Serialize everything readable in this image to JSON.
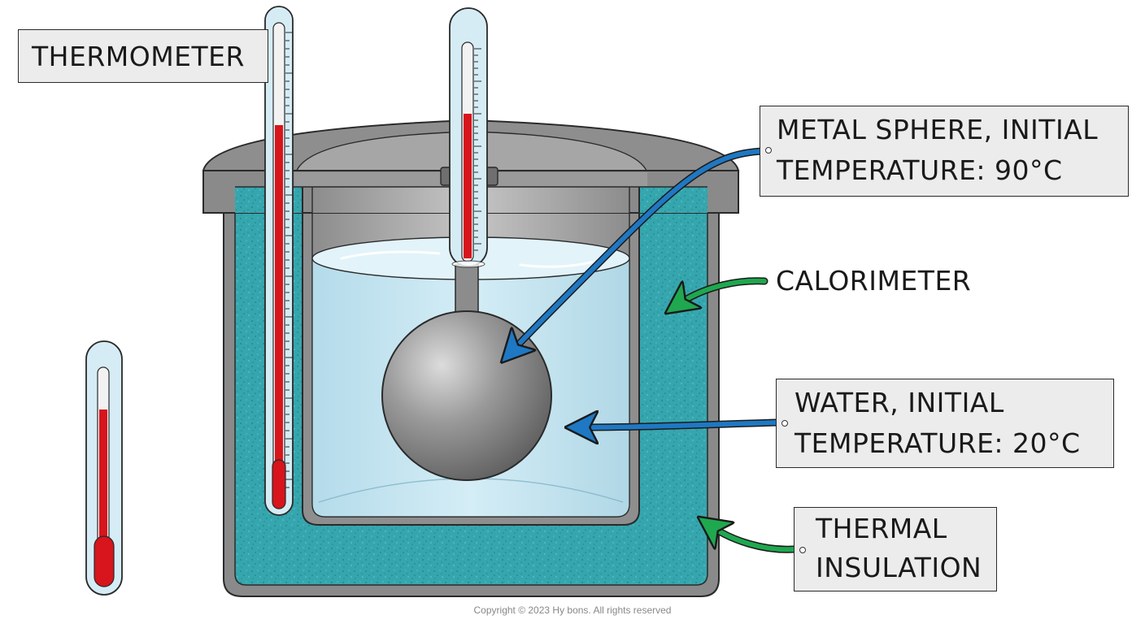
{
  "labels": {
    "thermometer": "THERMOMETER",
    "metal_sphere_line1": "METAL SPHERE, INITIAL",
    "metal_sphere_line2": "TEMPERATURE: 90°C",
    "calorimeter": "CALORIMETER",
    "water_line1": "WATER, INITIAL",
    "water_line2": "TEMPERATURE: 20°C",
    "insulation_line1": "THERMAL",
    "insulation_line2": "INSULATION"
  },
  "copyright": "Copyright © 2023 Hy bons. All rights reserved",
  "colors": {
    "insulation": "#36a6ae",
    "water": "#c6e6f2",
    "metal": "#8a8a8a",
    "lid": "#9c9c9c",
    "mercury": "#d8141c",
    "arrow_blue": "#1f78c3",
    "arrow_green": "#1fa84f"
  }
}
